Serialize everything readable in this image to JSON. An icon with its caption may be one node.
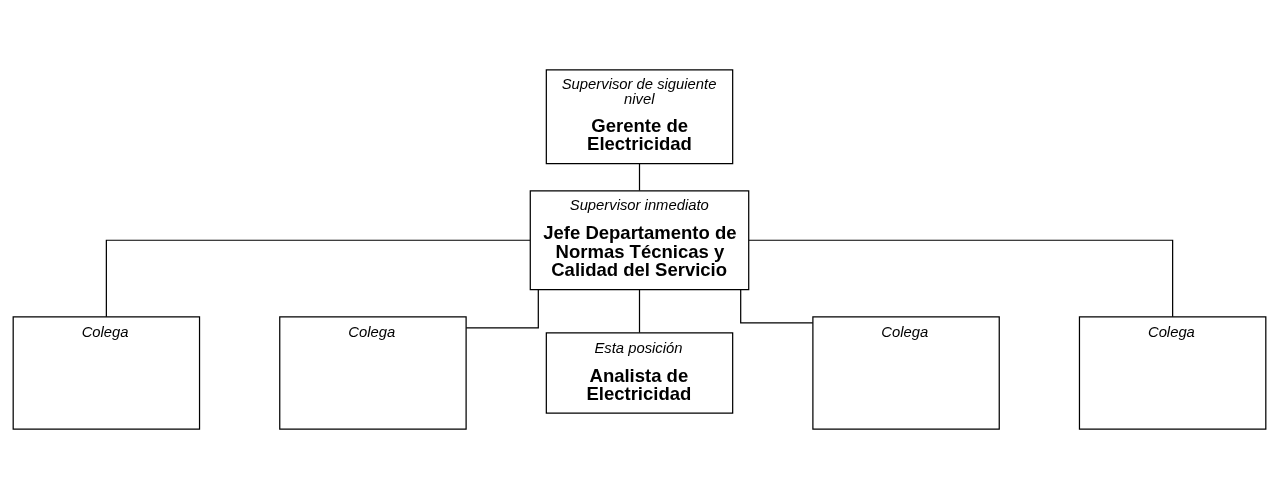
{
  "diagram": {
    "nodes": [
      {
        "text": [
          "Supervisor de siguiente nivel",
          "Gerente de Electricidad"
        ]
      },
      {
        "text": [
          "Supervisor inmediato",
          "Jefe Departamento de Normas Técnicas y Calidad del Servicio"
        ]
      },
      {
        "text": [
          "Colega"
        ]
      },
      {
        "text": [
          "Colega"
        ]
      },
      {
        "text": [
          "Esta posición",
          "Analista de Electricidad"
        ]
      },
      {
        "text": [
          "Colega"
        ]
      },
      {
        "text": [
          "Colega"
        ]
      }
    ],
    "edges": [
      {
        "from": 0,
        "to": 1,
        "arrow": "none"
      },
      {
        "from": 1,
        "to": 2,
        "arrow": "none"
      },
      {
        "from": 1,
        "to": 3,
        "arrow": "none"
      },
      {
        "from": 1,
        "to": 4,
        "arrow": "none"
      },
      {
        "from": 1,
        "to": 5,
        "arrow": "none"
      },
      {
        "from": 1,
        "to": 6,
        "arrow": "none"
      }
    ]
  }
}
